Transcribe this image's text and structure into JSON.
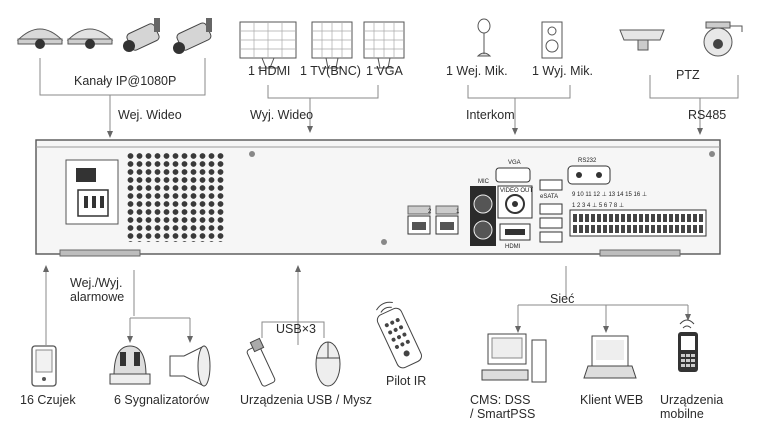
{
  "top": {
    "ip_cameras": "Kanały IP@1080P",
    "video_in": "Wej. Wideo",
    "hdmi": "1 HDMI",
    "tv_bnc": "1 TV(BNC)",
    "vga": "1 VGA",
    "video_out": "Wyj. Wideo",
    "mic_in": "1 Wej. Mik.",
    "mic_out": "1 Wyj. Mik.",
    "intercom": "Interkom",
    "ptz": "PTZ",
    "rs485": "RS485"
  },
  "panel": {
    "vga_port": "VGA",
    "rs232_port": "RS232",
    "mic_label": "MIC",
    "video_out_label": "VIDEO OUT",
    "hdmi_label": "HDMI",
    "esata_label": "eSATA",
    "lan2": "2",
    "lan1": "1",
    "io_top_row": "9 10 11 12 ⊥ 13 14 15 16 ⊥",
    "io_bottom_row": "1 2 3 4 ⊥ 5 6 7 8 ⊥"
  },
  "bottom": {
    "alarm_io": "Wej./Wyj.\nalarmowe",
    "sensors": "16 Czujek",
    "sirens": "6 Sygnalizatorów",
    "usb_x3": "USB×3",
    "usb_devices": "Urządzenia USB / Mysz",
    "ir_remote": "Pilot IR",
    "network": "Sieć",
    "cms": "CMS: DSS\n/ SmartPSS",
    "web_client": "Klient WEB",
    "mobile": "Urządzenia\nmobilne"
  },
  "colors": {
    "line": "#7a7a7a",
    "device": "#555555",
    "panel_fill": "#f4f4f4",
    "port_dark": "#2b2b2b"
  }
}
